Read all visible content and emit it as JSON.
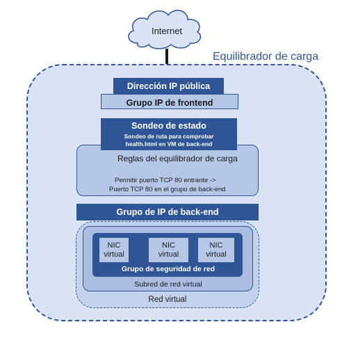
{
  "internet": {
    "label": "Internet"
  },
  "load_balancer": {
    "title": "Equilibrador de carga"
  },
  "frontend": {
    "public_ip": "Dirección IP pública",
    "ip_group": "Grupo IP de frontend"
  },
  "probe": {
    "title": "Sondeo de estado",
    "line1": "Sondeo de ruta para comprobar",
    "line2": "health.html en VM de back-end"
  },
  "rules": {
    "title": "Reglas del equilibrador de carga",
    "line1": "Permitir puerto TCP 80 entrante ->",
    "line2": "Puerto TCP 80 en el grupo de back-end"
  },
  "backend": {
    "title": "Grupo de IP de back-end"
  },
  "nics": [
    {
      "line1": "NIC",
      "line2": "virtual"
    },
    {
      "line1": "NIC",
      "line2": "virtual"
    },
    {
      "line1": "NIC",
      "line2": "virtual"
    }
  ],
  "nsg": {
    "label": "Grupo de seguridad de red"
  },
  "subnet": {
    "label": "Subred de red virtual"
  },
  "vnet": {
    "label": "Red virtual"
  },
  "colors": {
    "dark_blue": "#2f5597",
    "mid_blue": "#b4c7e7",
    "light_blue": "#dae3f3",
    "text_blue": "#2f5597"
  }
}
